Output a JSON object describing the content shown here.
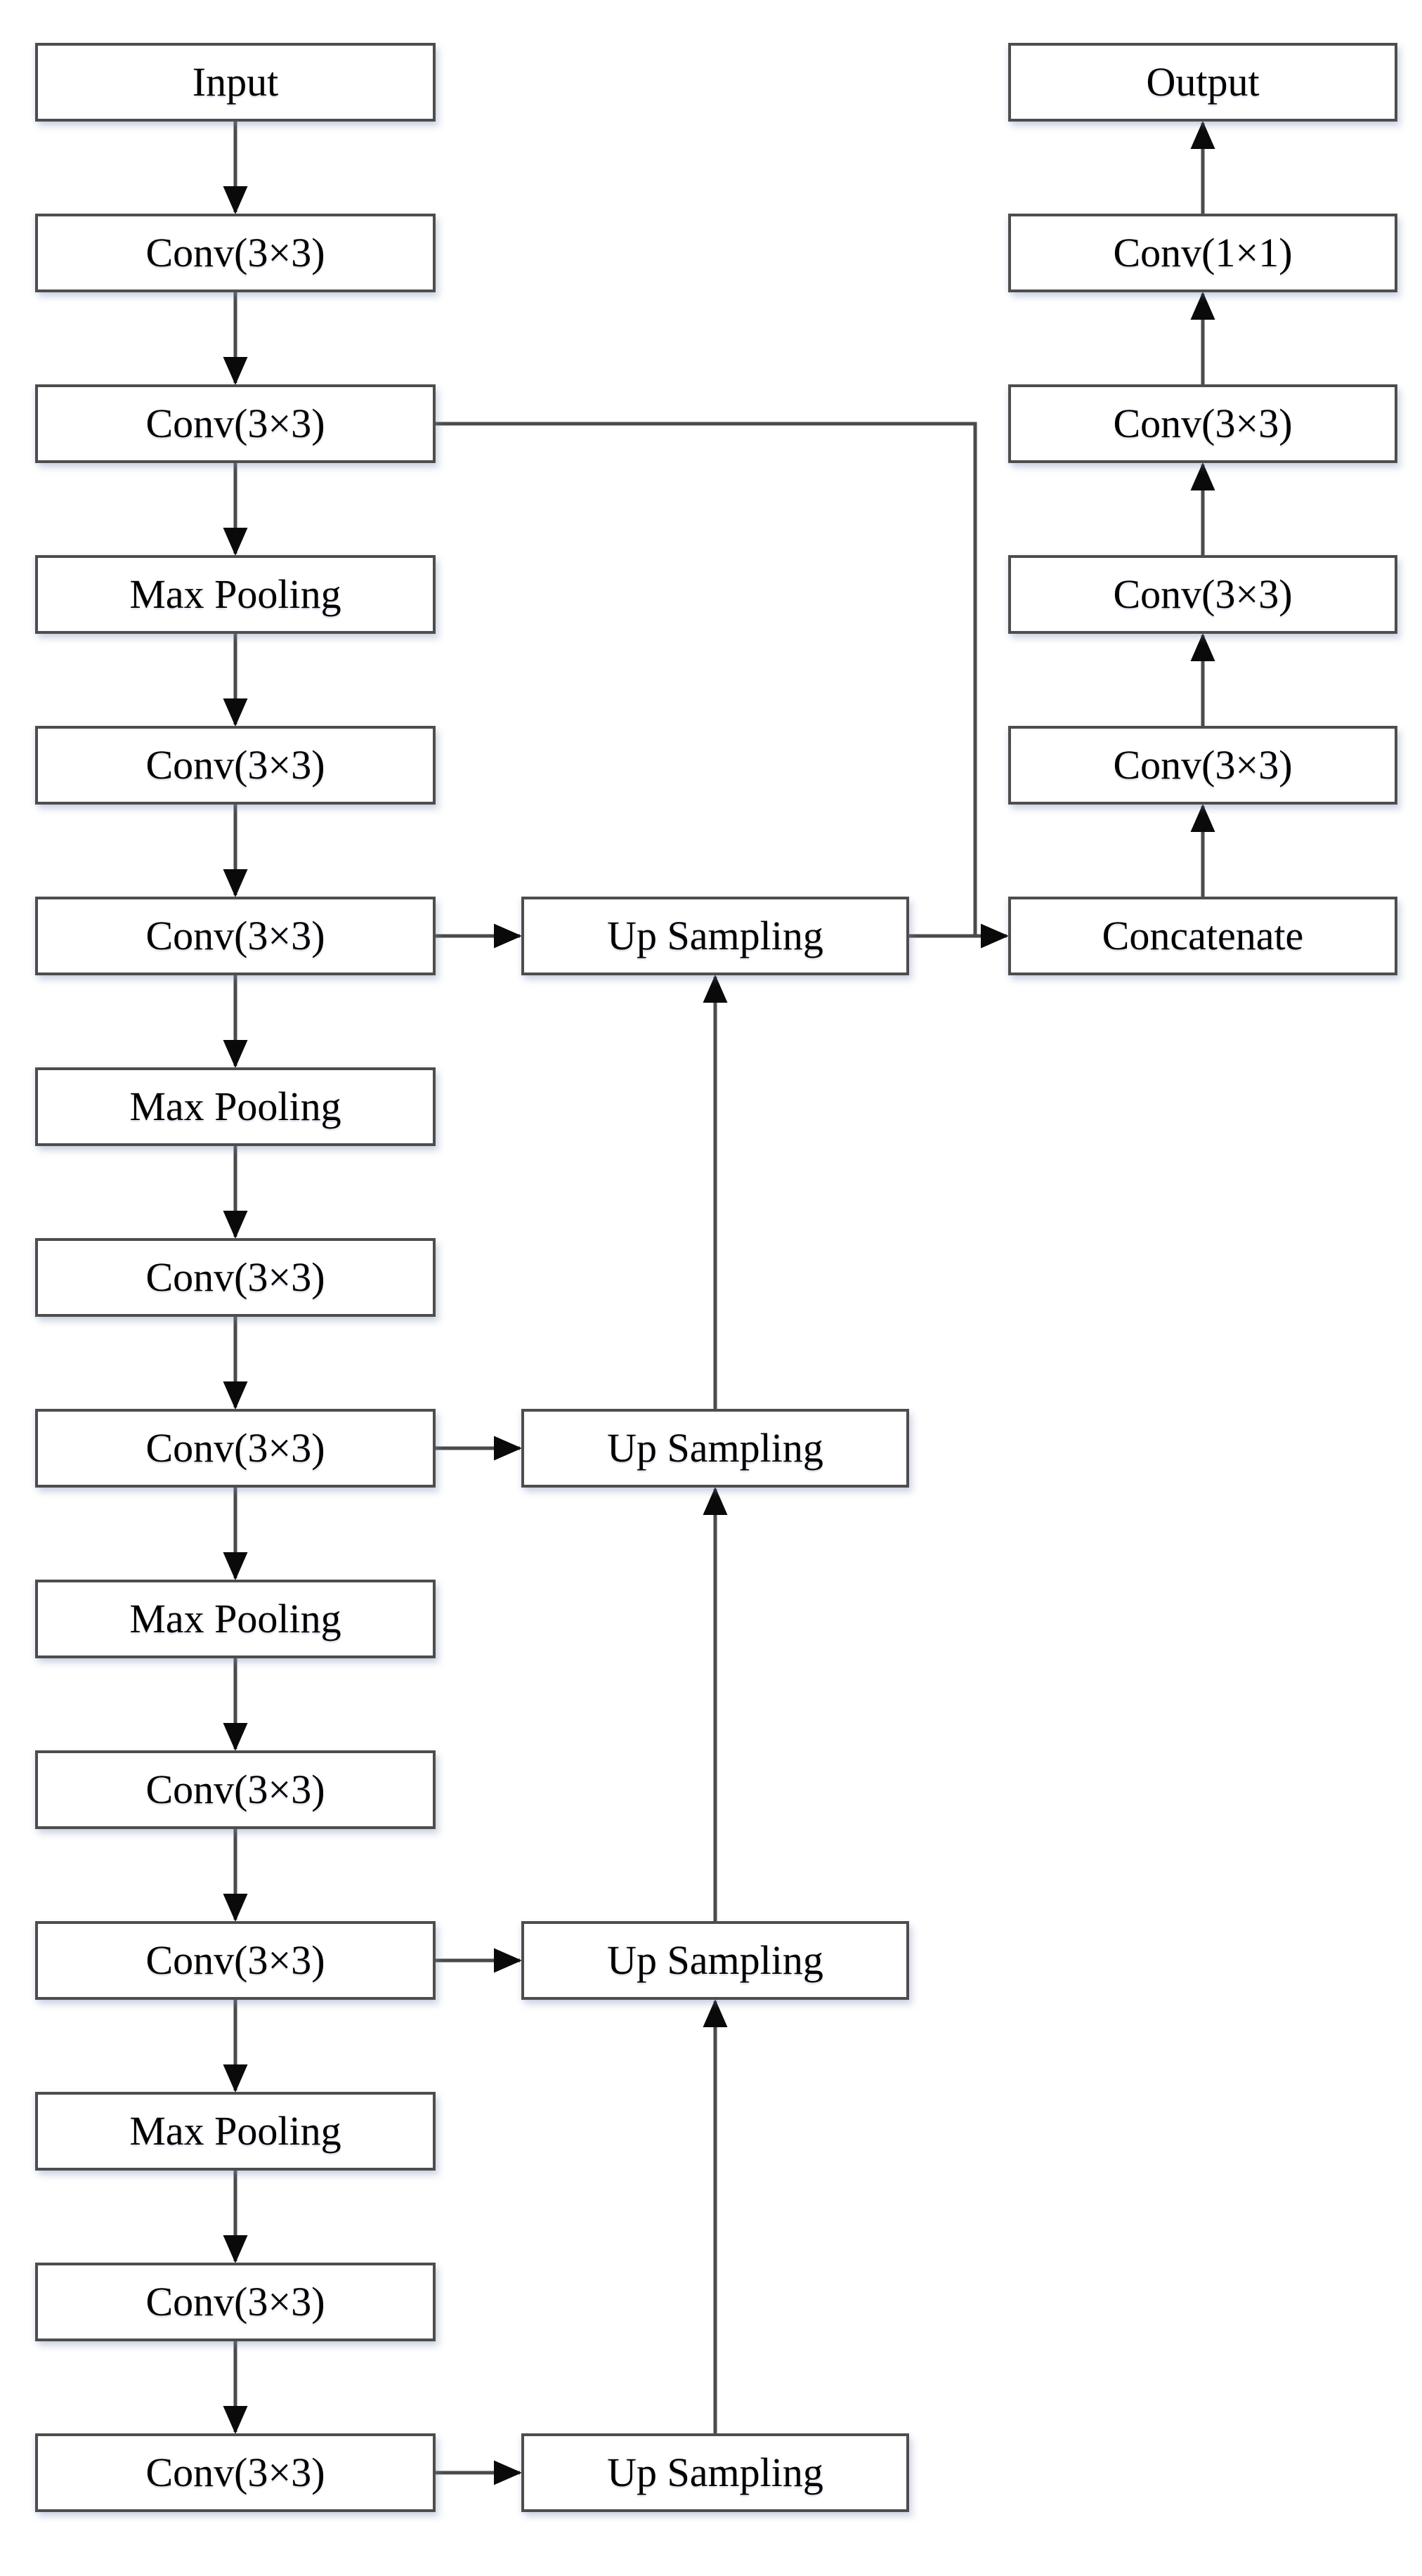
{
  "diagram": {
    "type": "flowchart",
    "description": "Convolutional encoder-decoder network architecture (U-Net style) with skip connection",
    "colors": {
      "background": "#ffffff",
      "box_fill": "#ffffff",
      "box_border": "#4d4d4d",
      "line": "#4a4a4a",
      "arrowhead": "#0a0a0a",
      "text": "#000000"
    },
    "nodes": [
      {
        "id": "input",
        "label": "Input",
        "col": "left",
        "row": 0
      },
      {
        "id": "l-conv1",
        "label": "Conv(3×3)",
        "col": "left",
        "row": 1
      },
      {
        "id": "l-conv2",
        "label": "Conv(3×3)",
        "col": "left",
        "row": 2
      },
      {
        "id": "l-pool1",
        "label": "Max Pooling",
        "col": "left",
        "row": 3
      },
      {
        "id": "l-conv3",
        "label": "Conv(3×3)",
        "col": "left",
        "row": 4
      },
      {
        "id": "l-conv4",
        "label": "Conv(3×3)",
        "col": "left",
        "row": 5
      },
      {
        "id": "l-pool2",
        "label": "Max Pooling",
        "col": "left",
        "row": 6
      },
      {
        "id": "l-conv5",
        "label": "Conv(3×3)",
        "col": "left",
        "row": 7
      },
      {
        "id": "l-conv6",
        "label": "Conv(3×3)",
        "col": "left",
        "row": 8
      },
      {
        "id": "l-pool3",
        "label": "Max Pooling",
        "col": "left",
        "row": 9
      },
      {
        "id": "l-conv7",
        "label": "Conv(3×3)",
        "col": "left",
        "row": 10
      },
      {
        "id": "l-conv8",
        "label": "Conv(3×3)",
        "col": "left",
        "row": 11
      },
      {
        "id": "l-pool4",
        "label": "Max Pooling",
        "col": "left",
        "row": 12
      },
      {
        "id": "l-conv9",
        "label": "Conv(3×3)",
        "col": "left",
        "row": 13
      },
      {
        "id": "l-conv10",
        "label": "Conv(3×3)",
        "col": "left",
        "row": 14
      },
      {
        "id": "us1",
        "label": "Up Sampling",
        "col": "middle",
        "row": 5
      },
      {
        "id": "us2",
        "label": "Up Sampling",
        "col": "middle",
        "row": 8
      },
      {
        "id": "us3",
        "label": "Up Sampling",
        "col": "middle",
        "row": 11
      },
      {
        "id": "us4",
        "label": "Up Sampling",
        "col": "middle",
        "row": 14
      },
      {
        "id": "concat",
        "label": "Concatenate",
        "col": "right",
        "row": 5
      },
      {
        "id": "r-conv3",
        "label": "Conv(3×3)",
        "col": "right",
        "row": 4
      },
      {
        "id": "r-conv2",
        "label": "Conv(3×3)",
        "col": "right",
        "row": 3
      },
      {
        "id": "r-conv1",
        "label": "Conv(3×3)",
        "col": "right",
        "row": 2
      },
      {
        "id": "r-conv11",
        "label": "Conv(1×1)",
        "col": "right",
        "row": 1
      },
      {
        "id": "output",
        "label": "Output",
        "col": "right",
        "row": 0
      }
    ],
    "edges": [
      {
        "from": "input",
        "to": "l-conv1",
        "kind": "down"
      },
      {
        "from": "l-conv1",
        "to": "l-conv2",
        "kind": "down"
      },
      {
        "from": "l-conv2",
        "to": "l-pool1",
        "kind": "down"
      },
      {
        "from": "l-pool1",
        "to": "l-conv3",
        "kind": "down"
      },
      {
        "from": "l-conv3",
        "to": "l-conv4",
        "kind": "down"
      },
      {
        "from": "l-conv4",
        "to": "l-pool2",
        "kind": "down"
      },
      {
        "from": "l-pool2",
        "to": "l-conv5",
        "kind": "down"
      },
      {
        "from": "l-conv5",
        "to": "l-conv6",
        "kind": "down"
      },
      {
        "from": "l-conv6",
        "to": "l-pool3",
        "kind": "down"
      },
      {
        "from": "l-pool3",
        "to": "l-conv7",
        "kind": "down"
      },
      {
        "from": "l-conv7",
        "to": "l-conv8",
        "kind": "down"
      },
      {
        "from": "l-conv8",
        "to": "l-pool4",
        "kind": "down"
      },
      {
        "from": "l-pool4",
        "to": "l-conv9",
        "kind": "down"
      },
      {
        "from": "l-conv9",
        "to": "l-conv10",
        "kind": "down"
      },
      {
        "from": "l-conv4",
        "to": "us1",
        "kind": "right"
      },
      {
        "from": "l-conv6",
        "to": "us2",
        "kind": "right"
      },
      {
        "from": "l-conv8",
        "to": "us3",
        "kind": "right"
      },
      {
        "from": "l-conv10",
        "to": "us4",
        "kind": "right"
      },
      {
        "from": "us2",
        "to": "us1",
        "kind": "up"
      },
      {
        "from": "us3",
        "to": "us2",
        "kind": "up"
      },
      {
        "from": "us4",
        "to": "us3",
        "kind": "up"
      },
      {
        "from": "us1",
        "to": "concat",
        "kind": "right"
      },
      {
        "from": "l-conv2",
        "to": "concat",
        "kind": "skip-elbow"
      },
      {
        "from": "concat",
        "to": "r-conv3",
        "kind": "up"
      },
      {
        "from": "r-conv3",
        "to": "r-conv2",
        "kind": "up"
      },
      {
        "from": "r-conv2",
        "to": "r-conv1",
        "kind": "up"
      },
      {
        "from": "r-conv1",
        "to": "r-conv11",
        "kind": "up"
      },
      {
        "from": "r-conv11",
        "to": "output",
        "kind": "up"
      }
    ]
  }
}
